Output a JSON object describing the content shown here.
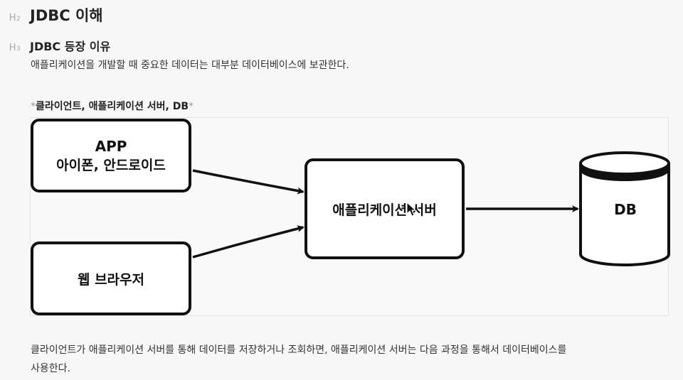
{
  "headings": {
    "h2_marker": "H",
    "h2_level": "2",
    "h2_title": "JDBC 이해",
    "h3_marker": "H",
    "h3_level": "3",
    "h3_title": "JDBC 등장 이유"
  },
  "intro_text": "애플리케이션을 개발할 때 중요한 데이터는 대부분 데이터베이스에 보관한다.",
  "caption": {
    "star_open": "*",
    "text": "클라이언트, 애플리케이션 서버, DB",
    "star_close": "*"
  },
  "diagram": {
    "app_box": {
      "title": "APP",
      "subtitle": "아이폰, 안드로이드"
    },
    "browser_box": {
      "title": "웹 브라우저"
    },
    "server_box": {
      "title": "애플리케이션 서버"
    },
    "db_box": {
      "title": "DB"
    }
  },
  "body_text_line1": "클라이언트가 애플리케이션 서버를 통해 데이터를 저장하거나 조회하면, 애플리케이션 서버는 다음 과정을 통해서 데이터베이스를",
  "body_text_line2": "사용한다.",
  "colors": {
    "background": "#f7f7f7",
    "stroke": "#111111",
    "marker": "#a7a7a7"
  }
}
